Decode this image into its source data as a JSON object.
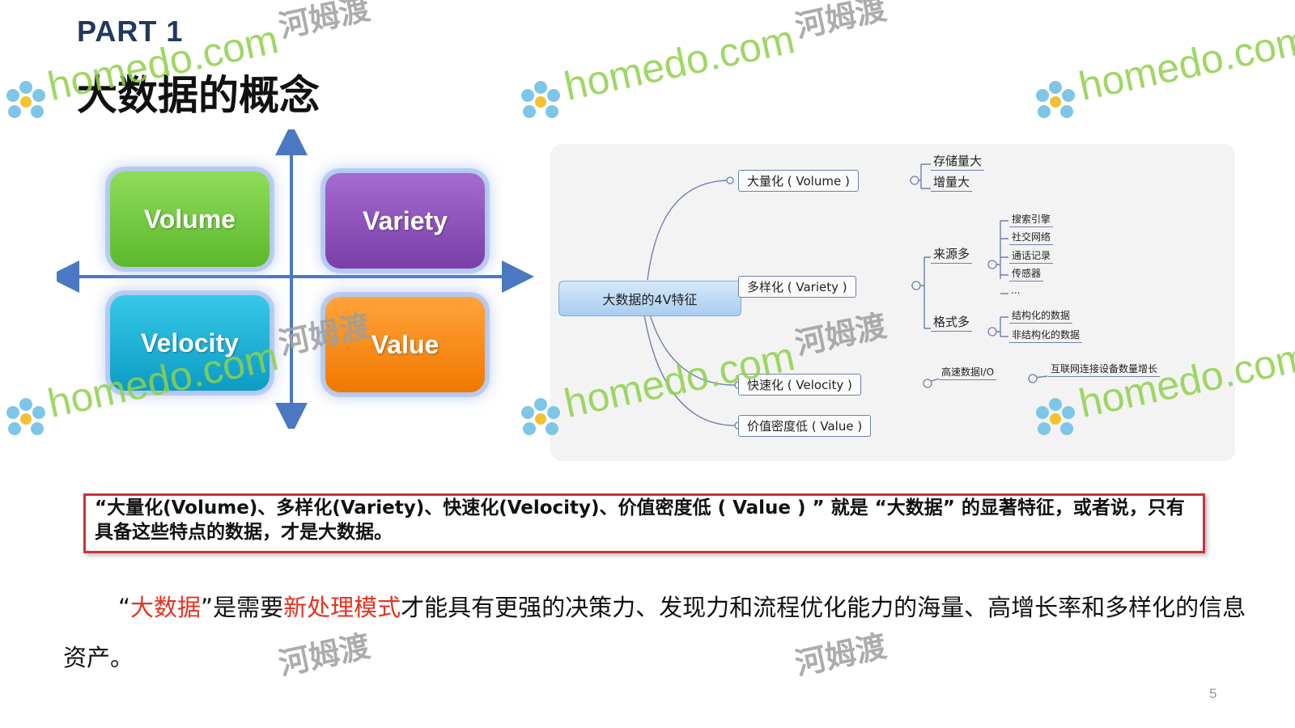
{
  "header": {
    "part_label": "PART 1",
    "title": "大数据的概念"
  },
  "quadrant": {
    "volume": "Volume",
    "variety": "Variety",
    "velocity": "Velocity",
    "value": "Value"
  },
  "mindmap": {
    "root": "大数据的4V特征",
    "volume": {
      "label": "大量化 ( Volume )",
      "children": [
        "存储量大",
        "增量大"
      ]
    },
    "variety": {
      "label": "多样化 ( Variety )",
      "sources_label": "来源多",
      "sources": [
        "搜索引擎",
        "社交网络",
        "通话记录",
        "传感器",
        "..."
      ],
      "formats_label": "格式多",
      "formats": [
        "结构化的数据",
        "非结构化的数据"
      ]
    },
    "velocity": {
      "label": "快速化 ( Velocity )",
      "child": "高速数据I/O",
      "grandchild": "互联网连接设备数量增长"
    },
    "value": {
      "label": "价值密度低 ( Value )"
    }
  },
  "callout": {
    "text": "“大量化(Volume)、多样化(Variety)、快速化(Velocity)、价值密度低 ( Value ) ” 就是 “大数据” 的显著特征，或者说，只有具备这些特点的数据，才是大数据。"
  },
  "definition": {
    "open_quote": "“",
    "term": "大数据",
    "mid1": "”是需要",
    "highlight": "新处理模式",
    "rest": "才能具有更强的决策力、发现力和流程优化能力的海量、高增长率和多样化的信息资产。"
  },
  "page_number": "5",
  "watermark": {
    "en": "homedo.com",
    "cn": "河姆渡",
    "colors": {
      "green": "#8fd14a",
      "gray": "#9e9e9e"
    }
  },
  "colors": {
    "title_navy": "#1f3864",
    "highlight_red": "#e63222",
    "callout_border": "#c8323a"
  }
}
